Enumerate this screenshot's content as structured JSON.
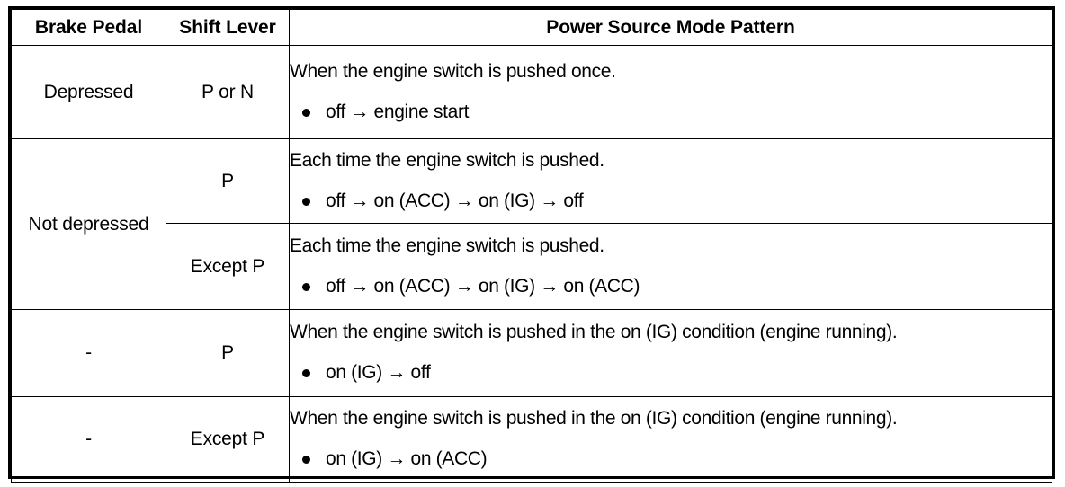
{
  "table": {
    "headers": [
      {
        "label": "Brake Pedal"
      },
      {
        "label": "Shift Lever"
      },
      {
        "label": "Power Source Mode Pattern"
      }
    ],
    "rows": [
      {
        "brake_pedal": "Depressed",
        "shift_lever": "P or N",
        "sentence": "When the engine switch is pushed once.",
        "bullets": [
          "off → engine start"
        ]
      },
      {
        "brake_pedal": "Not depressed",
        "shift_lever": "P",
        "sentence": "Each time the engine switch is pushed.",
        "bullets": [
          "off → on (ACC) → on (IG) → off"
        ]
      },
      {
        "brake_pedal": "",
        "shift_lever": "Except P",
        "sentence": "Each time the engine switch is pushed.",
        "bullets": [
          "off → on (ACC) → on (IG) → on (ACC)"
        ]
      },
      {
        "brake_pedal": "-",
        "shift_lever": "P",
        "sentence": "When the engine switch is pushed in the on (IG) condition (engine running).",
        "bullets": [
          "on (IG) → off"
        ]
      },
      {
        "brake_pedal": "-",
        "shift_lever": "Except P",
        "sentence": "When the engine switch is pushed in the on (IG) condition (engine running).",
        "bullets": [
          "on (IG) → on (ACC)"
        ]
      }
    ]
  },
  "colors": {
    "border": "#000000",
    "text": "#000000",
    "background": "#ffffff"
  }
}
